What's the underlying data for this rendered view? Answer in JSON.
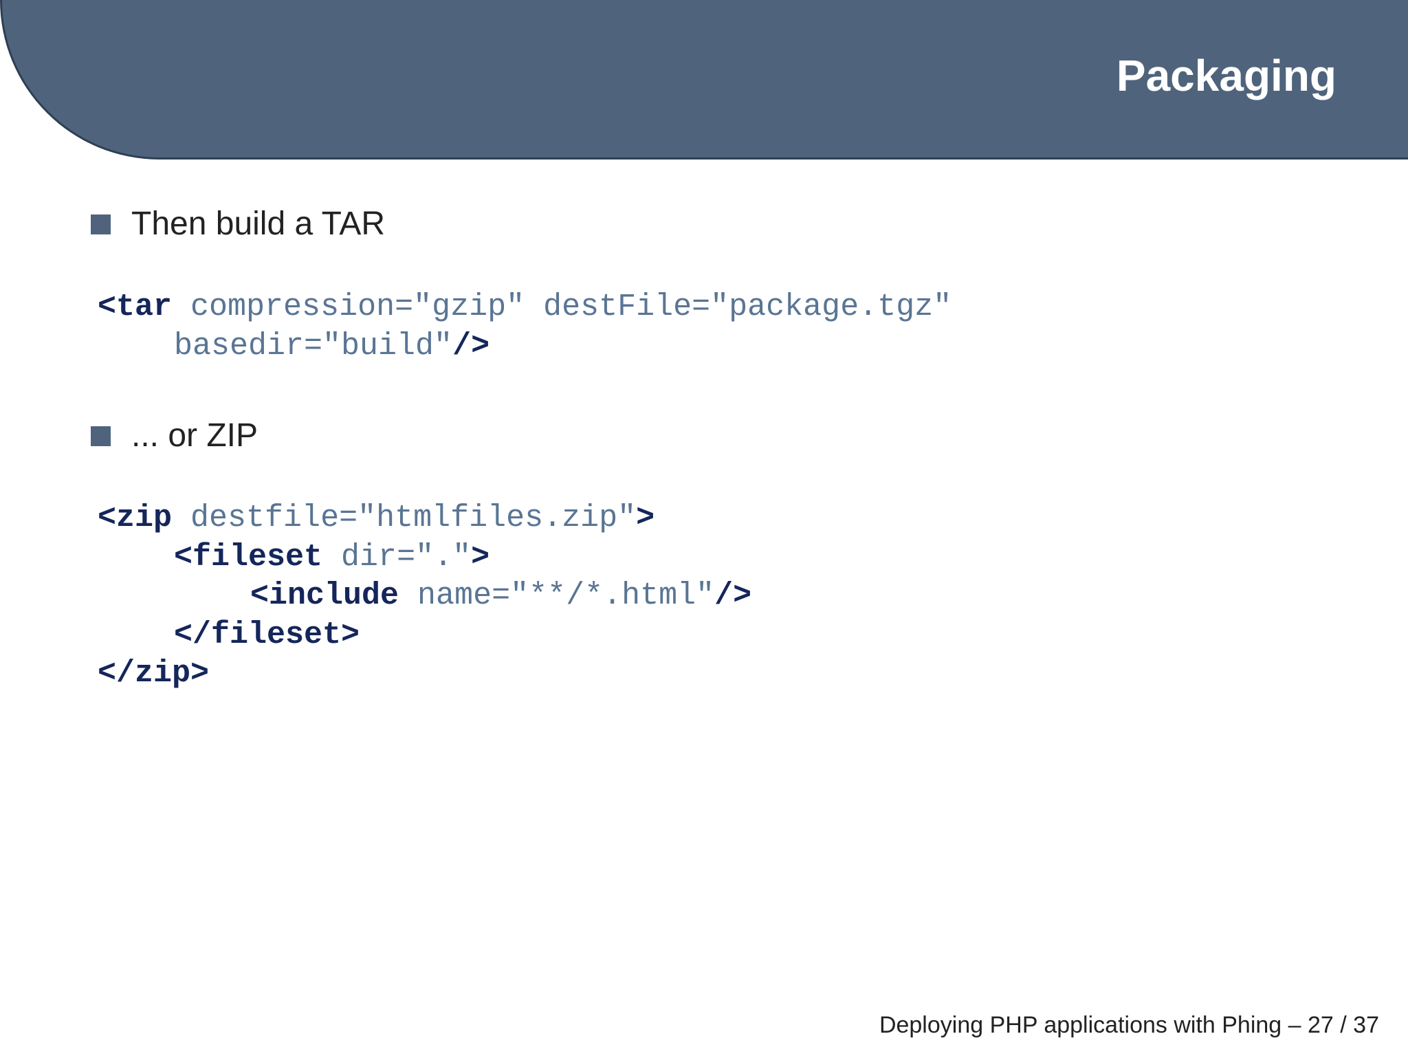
{
  "slide": {
    "title": "Packaging"
  },
  "bullets": [
    {
      "text": "Then build a TAR"
    },
    {
      "text": "... or ZIP"
    }
  ],
  "code_tar": {
    "line1": {
      "tag_open": "<tar",
      "attrs": " compression=\"gzip\" destFile=\"package.tgz\""
    },
    "line2": {
      "attrs": "basedir=\"build\"",
      "tag_close": "/>"
    }
  },
  "code_zip": {
    "line1": {
      "tag_open": "<zip",
      "attrs": " destfile=\"htmlfiles.zip\"",
      "tag_close": ">"
    },
    "line2": {
      "tag_open": "<fileset",
      "attrs": " dir=\".\"",
      "tag_close": ">"
    },
    "line3": {
      "tag_open": "<include",
      "attrs": " name=\"**/*.html\"",
      "tag_close": "/>"
    },
    "line4": {
      "tag": "</fileset>"
    },
    "line5": {
      "tag": "</zip>"
    }
  },
  "footer": {
    "text": "Deploying PHP applications with Phing – 27 / 37"
  },
  "colors": {
    "header_band": "#4f647c",
    "bullet_square": "#4f647c",
    "code_tag": "#14265a",
    "code_attr": "#5a7594"
  }
}
